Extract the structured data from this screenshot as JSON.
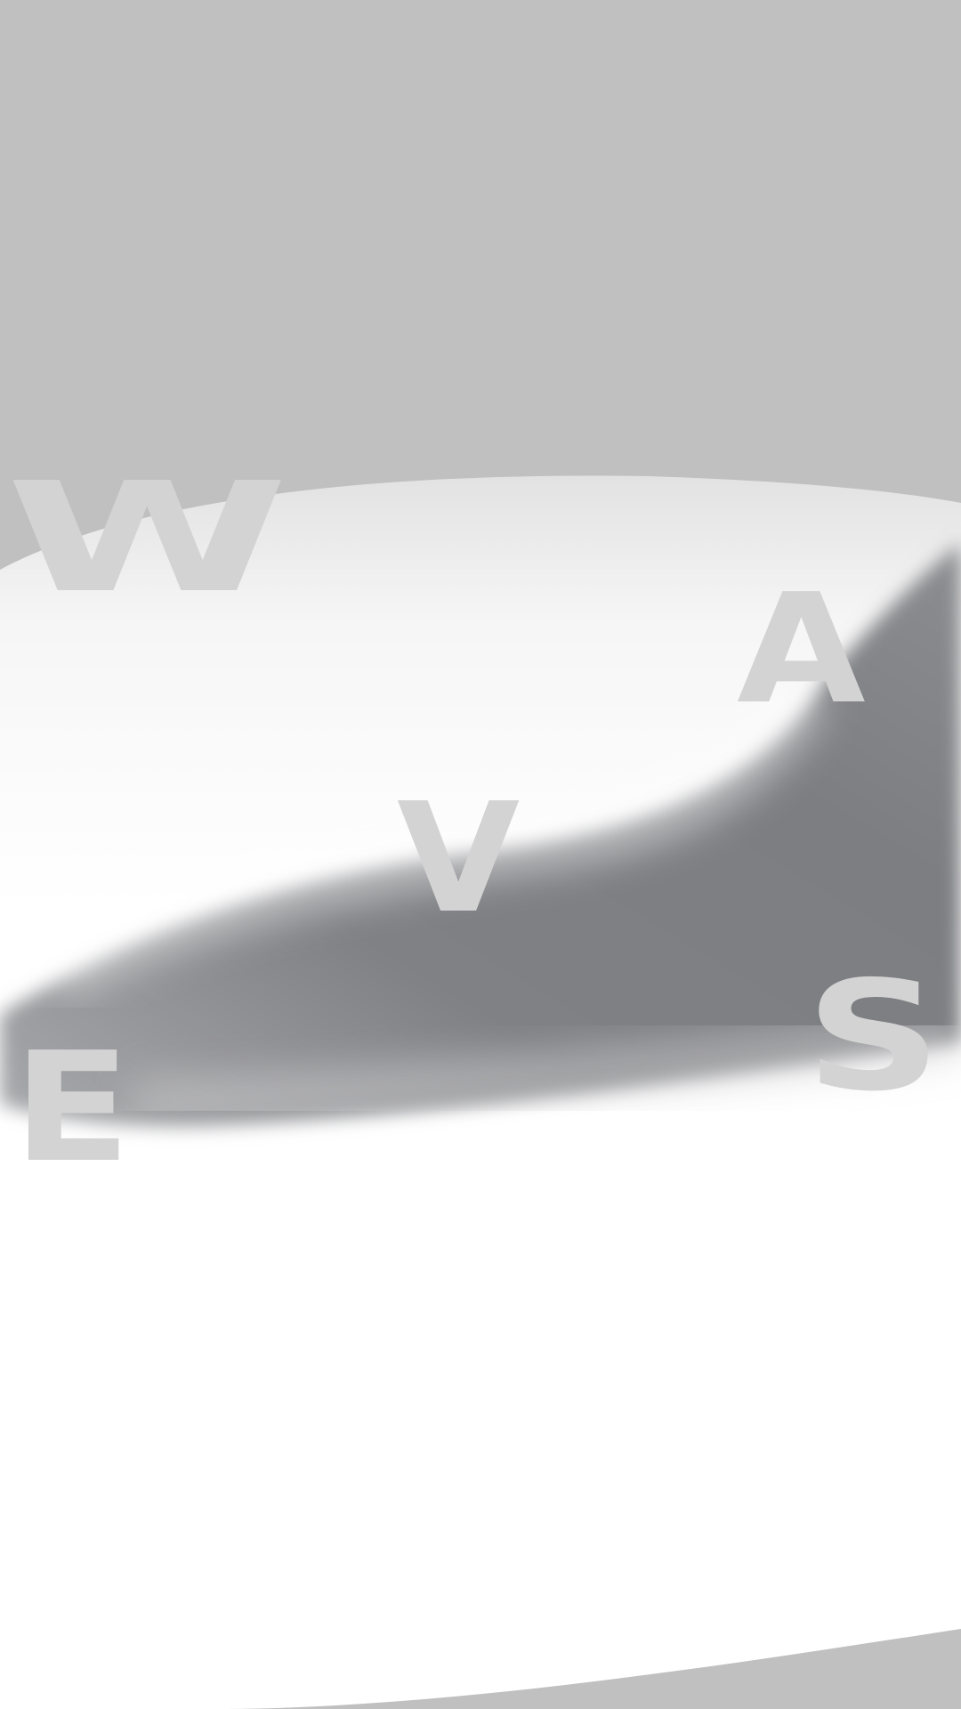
{
  "letters": {
    "w": "W",
    "a": "A",
    "v": "V",
    "e": "E",
    "s": "S"
  },
  "colors": {
    "background": "#c0c0c0",
    "wave_light": "#ffffff",
    "wave_dark": "#7e7f83",
    "letter": "#d3d3d3"
  }
}
